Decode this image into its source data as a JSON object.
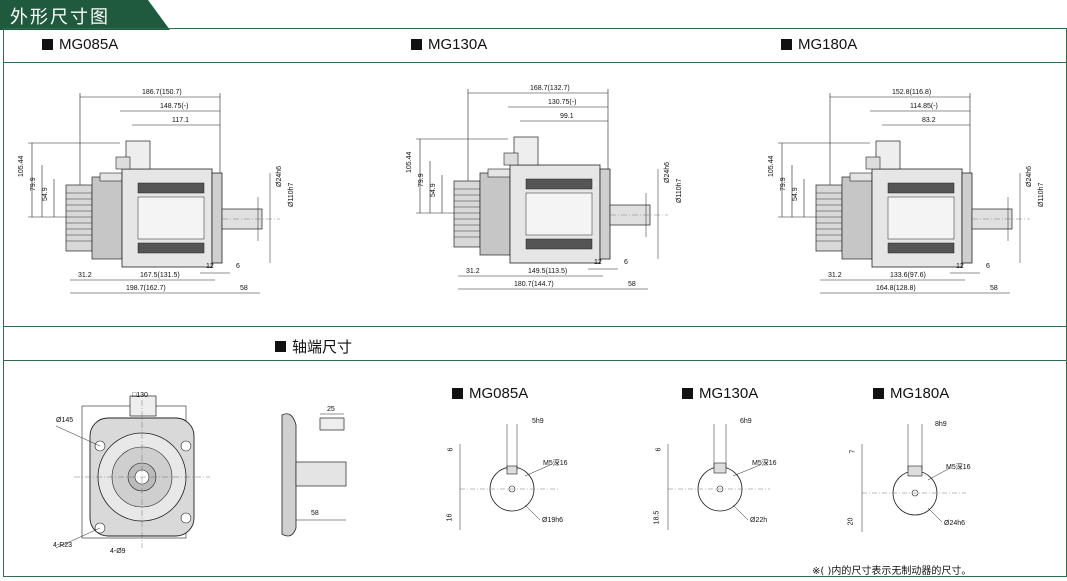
{
  "section_title": "外形尺寸图",
  "models": [
    {
      "label": "MG085A",
      "dims": {
        "overall": "186.7(150.7)",
        "mid": "148.75(-)",
        "inner": "117.1",
        "h1": "105.44",
        "h2": "79.9",
        "h3": "54.9",
        "shaft_d": "Ø24h6",
        "flange_d": "Ø110h7",
        "d12": "12",
        "d6": "6",
        "left": "31.2",
        "body": "167.5(131.5)",
        "total": "198.7(162.7)",
        "shaft_len": "58"
      }
    },
    {
      "label": "MG130A",
      "dims": {
        "overall": "168.7(132.7)",
        "mid": "130.75(-)",
        "inner": "99.1",
        "h1": "105.44",
        "h2": "79.9",
        "h3": "54.9",
        "shaft_d": "Ø24h6",
        "flange_d": "Ø110h7",
        "d12": "12",
        "d6": "6",
        "left": "31.2",
        "body": "149.5(113.5)",
        "total": "180.7(144.7)",
        "shaft_len": "58"
      }
    },
    {
      "label": "MG180A",
      "dims": {
        "overall": "152.8(116.8)",
        "mid": "114.85(-)",
        "inner": "83.2",
        "h1": "105.44",
        "h2": "79.9",
        "h3": "54.9",
        "shaft_d": "Ø24h6",
        "flange_d": "Ø110h7",
        "d12": "12",
        "d6": "6",
        "left": "31.2",
        "body": "133.6(97.6)",
        "total": "164.8(128.8)",
        "shaft_len": "58"
      }
    }
  ],
  "shaft_section": {
    "title": "轴端尺寸",
    "front": {
      "square": "□130",
      "pcd": "Ø145",
      "radius": "4-R23",
      "holes": "4-Ø9"
    },
    "side": {
      "key_len": "25",
      "shaft_len": "58"
    },
    "ends": [
      {
        "label": "MG085A",
        "key": "5h9",
        "thread": "M5深16",
        "top": "6",
        "bottom": "16",
        "dia": "Ø19h6"
      },
      {
        "label": "MG130A",
        "key": "6h9",
        "thread": "M5深16",
        "top": "6",
        "bottom": "18.5",
        "dia": "Ø22h"
      },
      {
        "label": "MG180A",
        "key": "8h9",
        "thread": "M5深16",
        "top": "7",
        "bottom": "20",
        "dia": "Ø24h6"
      }
    ]
  },
  "footnote": "※(  )内的尺寸表示无制动器的尺寸。",
  "colors": {
    "accent": "#2f6b4f",
    "tab": "#1f5a3e"
  }
}
